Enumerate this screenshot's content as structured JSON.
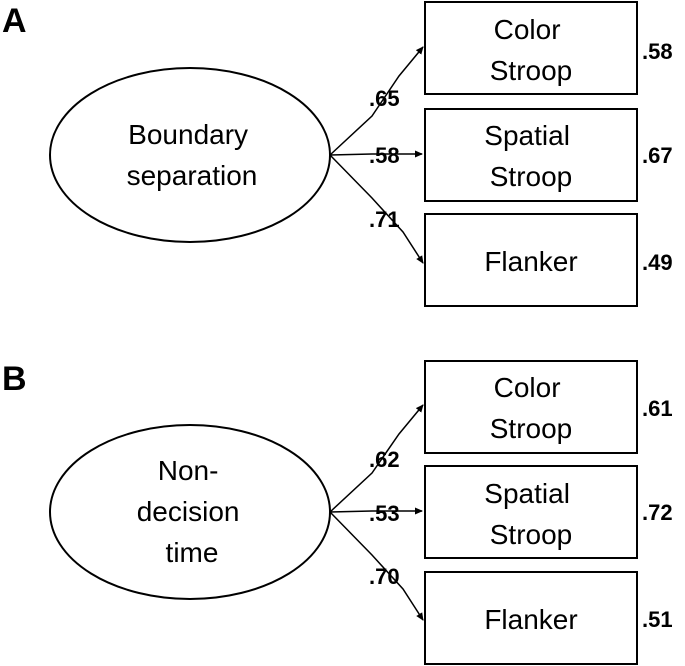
{
  "panels": [
    {
      "label": "A",
      "latent": [
        "Boundary",
        "separation"
      ],
      "indicators": [
        {
          "name": [
            "Color",
            "Stroop"
          ],
          "loading": ".65",
          "residual": ".58"
        },
        {
          "name": [
            "Spatial",
            "Stroop"
          ],
          "loading": ".58",
          "residual": ".67"
        },
        {
          "name": [
            "Flanker"
          ],
          "loading": ".71",
          "residual": ".49"
        }
      ]
    },
    {
      "label": "B",
      "latent": [
        "Non-",
        "decision",
        "time"
      ],
      "indicators": [
        {
          "name": [
            "Color",
            "Stroop"
          ],
          "loading": ".62",
          "residual": ".61"
        },
        {
          "name": [
            "Spatial",
            "Stroop"
          ],
          "loading": ".53",
          "residual": ".72"
        },
        {
          "name": [
            "Flanker"
          ],
          "loading": ".70",
          "residual": ".51"
        }
      ]
    }
  ]
}
